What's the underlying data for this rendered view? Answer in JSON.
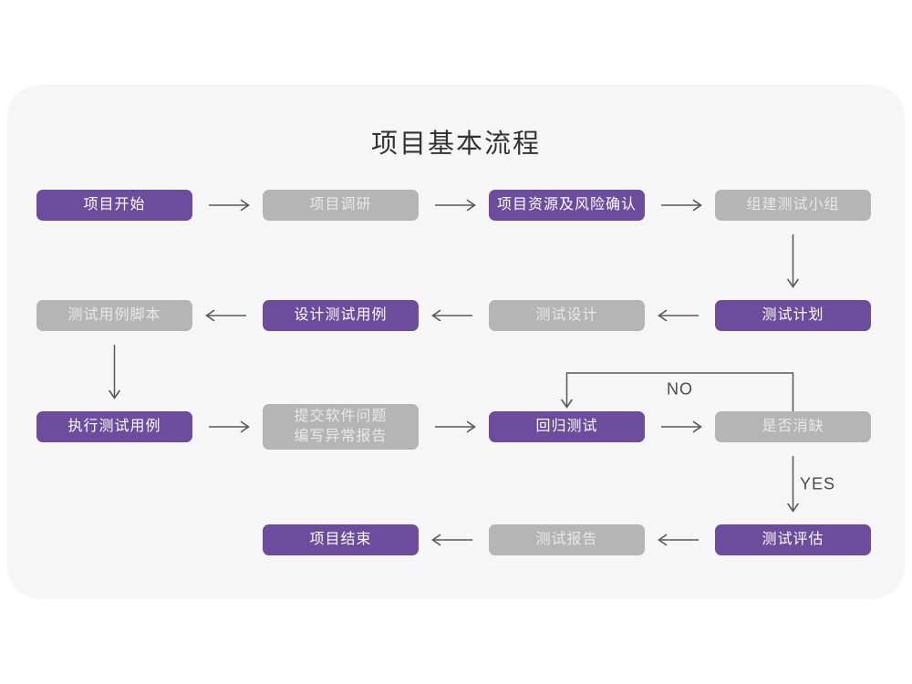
{
  "title": "项目基本流程",
  "colors": {
    "accent_purple": "#6b4c9d",
    "box_gray": "#b5b5b6",
    "card_background": "#f6f6f7",
    "arrow": "#58585a",
    "purple_box_text": "#ffffff",
    "gray_box_text": "#e8e8e8"
  },
  "flowchart": {
    "nodes": [
      {
        "id": "project-start",
        "label": "项目开始",
        "variant": "purple",
        "col": 0,
        "row": 0
      },
      {
        "id": "project-research",
        "label": "项目调研",
        "variant": "gray",
        "col": 1,
        "row": 0
      },
      {
        "id": "resource-risk",
        "label": "项目资源及风险确认",
        "variant": "purple",
        "col": 2,
        "row": 0
      },
      {
        "id": "build-test-team",
        "label": "组建测试小组",
        "variant": "gray",
        "col": 3,
        "row": 0
      },
      {
        "id": "test-plan",
        "label": "测试计划",
        "variant": "purple",
        "col": 3,
        "row": 1
      },
      {
        "id": "test-design",
        "label": "测试设计",
        "variant": "gray",
        "col": 2,
        "row": 1
      },
      {
        "id": "design-test-case",
        "label": "设计测试用例",
        "variant": "purple",
        "col": 1,
        "row": 1
      },
      {
        "id": "test-case-script",
        "label": "测试用例脚本",
        "variant": "gray",
        "col": 0,
        "row": 1
      },
      {
        "id": "execute-test-case",
        "label": "执行测试用例",
        "variant": "purple",
        "col": 0,
        "row": 2
      },
      {
        "id": "submit-issues",
        "label": "提交软件问题\n编写异常报告",
        "variant": "gray",
        "col": 1,
        "row": 2
      },
      {
        "id": "regression-test",
        "label": "回归测试",
        "variant": "purple",
        "col": 2,
        "row": 2
      },
      {
        "id": "defect-cleared",
        "label": "是否消缺",
        "variant": "gray",
        "col": 3,
        "row": 2
      },
      {
        "id": "test-evaluate",
        "label": "测试评估",
        "variant": "purple",
        "col": 3,
        "row": 3
      },
      {
        "id": "test-report",
        "label": "测试报告",
        "variant": "gray",
        "col": 2,
        "row": 3
      },
      {
        "id": "project-end",
        "label": "项目结束",
        "variant": "purple",
        "col": 1,
        "row": 3
      }
    ],
    "edges": [
      {
        "from": "project-start",
        "to": "project-research",
        "dir": "right",
        "label": ""
      },
      {
        "from": "project-research",
        "to": "resource-risk",
        "dir": "right",
        "label": ""
      },
      {
        "from": "resource-risk",
        "to": "build-test-team",
        "dir": "right",
        "label": ""
      },
      {
        "from": "build-test-team",
        "to": "test-plan",
        "dir": "down",
        "label": ""
      },
      {
        "from": "test-plan",
        "to": "test-design",
        "dir": "left",
        "label": ""
      },
      {
        "from": "test-design",
        "to": "design-test-case",
        "dir": "left",
        "label": ""
      },
      {
        "from": "design-test-case",
        "to": "test-case-script",
        "dir": "left",
        "label": ""
      },
      {
        "from": "test-case-script",
        "to": "execute-test-case",
        "dir": "down",
        "label": ""
      },
      {
        "from": "execute-test-case",
        "to": "submit-issues",
        "dir": "right",
        "label": ""
      },
      {
        "from": "submit-issues",
        "to": "regression-test",
        "dir": "right",
        "label": ""
      },
      {
        "from": "regression-test",
        "to": "defect-cleared",
        "dir": "right",
        "label": ""
      },
      {
        "from": "defect-cleared",
        "to": "regression-test",
        "dir": "loop",
        "label": "NO"
      },
      {
        "from": "defect-cleared",
        "to": "test-evaluate",
        "dir": "down",
        "label": "YES"
      },
      {
        "from": "test-evaluate",
        "to": "test-report",
        "dir": "left",
        "label": ""
      },
      {
        "from": "test-report",
        "to": "project-end",
        "dir": "left",
        "label": ""
      }
    ]
  }
}
